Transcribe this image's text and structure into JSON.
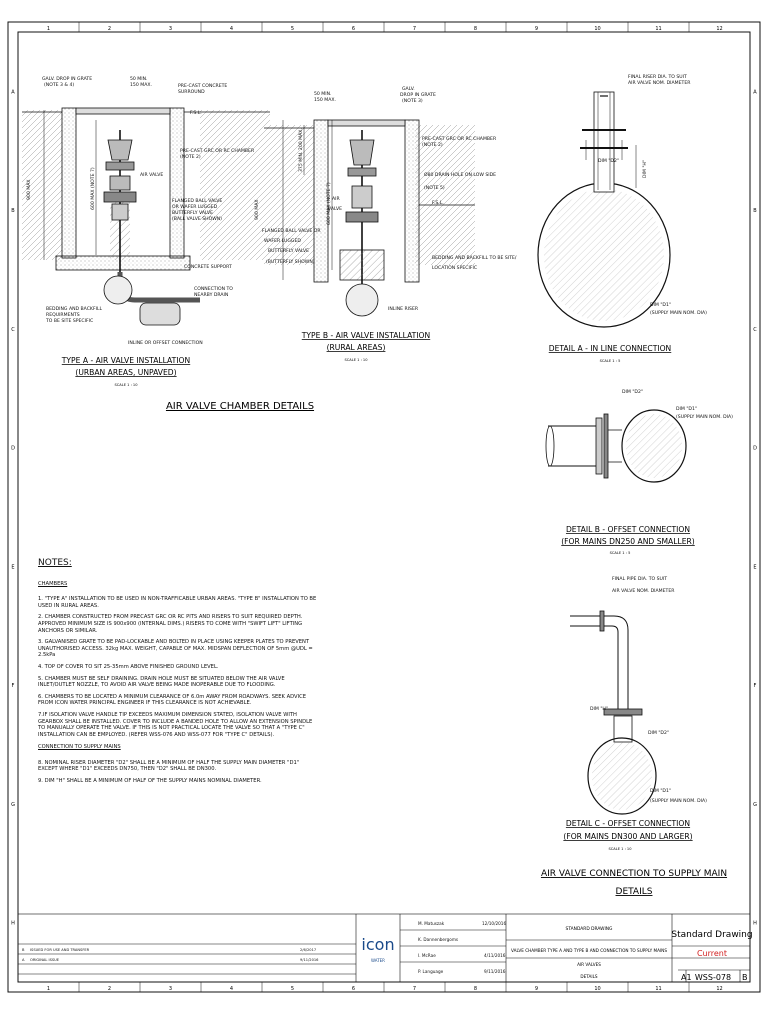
{
  "grid": {
    "columns": [
      "1",
      "2",
      "3",
      "4",
      "5",
      "6",
      "7",
      "8",
      "9",
      "10",
      "11",
      "12"
    ],
    "rows": [
      "A",
      "B",
      "C",
      "D",
      "E",
      "F",
      "G",
      "H"
    ]
  },
  "sheet_title": "AIR VALVE CHAMBER DETAILS",
  "type_a": {
    "title": "TYPE A - AIR VALVE INSTALLATION",
    "subtitle": "(URBAN AREAS, UNPAVED)",
    "scale": "SCALE 1 : 10",
    "labels": {
      "galv_drop": "GALV. DROP IN GRATE",
      "galv_drop_note": "(NOTE 3 & 4)",
      "min50": "50 MIN.",
      "max150": "150 MAX.",
      "precast": "PRE-CAST CONCRETE",
      "surround": "SURROUND",
      "fsl": "F.S.L.",
      "chamber": "PRE-CAST GRC OR RC CHAMBER",
      "chamber_note": "(NOTE 2)",
      "air_valve": "AIR VALVE",
      "flanged1": "FLANGED BALL VALVE",
      "flanged2": "OR WAFER LUGGED",
      "flanged3": "BUTTERFLY VALVE",
      "flanged4": "(BALL VALVE SHOWN)",
      "support": "CONCRETE SUPPORT",
      "connection": "CONNECTION TO",
      "drain": "NEARBY DRAIN",
      "bedding1": "BEDDING AND BACKFILL",
      "bedding2": "REQUIRMENTS",
      "bedding3": "TO BE SITE SPECIFIC",
      "inline": "INLINE OR OFFSET CONNECTION",
      "dim900": "900 MAX",
      "dim600": "600 MAX (NOTE 7)"
    }
  },
  "type_b": {
    "title": "TYPE B - AIR VALVE INSTALLATION",
    "subtitle": "(RURAL AREAS)",
    "scale": "SCALE 1 : 10",
    "labels": {
      "min50": "50 MIN.",
      "max150": "150 MAX.",
      "galv": "GALV.",
      "galv2": "DROP IN GRATE",
      "galv3": "(NOTE 3)",
      "chamber": "PRE-CAST GRC OR RC CHAMBER",
      "chamber_note": "(NOTE 2)",
      "drain_hole": "Ø80 DRAIN HOLE ON LOW SIDE",
      "drain_note": "(NOTE 5)",
      "fsl": "F.S.L.",
      "air": "AIR",
      "valve": "VALVE",
      "flanged1": "FLANGED BALL VALVE OR",
      "flanged2": "WAFER LUGGED",
      "flanged3": "BUTTERFLY VALVE",
      "flanged4": "(BUTTERFLY SHOWN)",
      "bedding1": "BEDDING AND BACKFILL TO BE SITE/",
      "bedding2": "LOCATION SPECIFIC",
      "inline_riser": "INLINE RISER",
      "dim900": "900 MAX",
      "dim600": "600 MAX (NOTE 7)",
      "dim375": "375 MIN. 200 MAX."
    }
  },
  "detail_a": {
    "title": "DETAIL A - IN LINE CONNECTION",
    "scale": "SCALE 1 : 5",
    "labels": {
      "riser1": "FINAL RISER DIA. TO SUIT",
      "riser2": "AIR VALVE NOM. DIAMETER",
      "d2": "DIM \"D2\"",
      "h": "DIM \"H\"",
      "d1": "DIM \"D1\"",
      "d1_note": "(SUPPLY MAIN NOM. DIA)"
    }
  },
  "detail_b": {
    "title": "DETAIL B - OFFSET CONNECTION",
    "subtitle": "(FOR MAINS DN250 AND SMALLER)",
    "scale": "SCALE 1 : 5",
    "labels": {
      "d2": "DIM \"D2\"",
      "d1": "DIM \"D1\"",
      "d1_note": "(SUPPLY MAIN NOM. DIA)"
    }
  },
  "detail_c": {
    "title": "DETAIL C - OFFSET CONNECTION",
    "subtitle": "(FOR MAINS DN300 AND LARGER)",
    "scale": "SCALE 1 : 10",
    "labels": {
      "pipe1": "FINAL PIPE DIA. TO SUIT",
      "pipe2": "AIR VALVE NOM. DIAMETER",
      "h": "DIM \"H\"",
      "d2": "DIM \"D2\"",
      "d1": "DIM \"D1\"",
      "d1_note": "(SUPPLY MAIN NOM. DIA)"
    }
  },
  "connection_title1": "AIR VALVE CONNECTION TO SUPPLY MAIN",
  "connection_title2": "DETAILS",
  "notes": {
    "title": "NOTES:",
    "chambers_head": "CHAMBERS",
    "items": [
      "1. \"TYPE A\" INSTALLATION TO BE USED IN NON-TRAFFICABLE URBAN AREAS. \"TYPE B\" INSTALLATION TO BE USED IN RURAL AREAS.",
      "2. CHAMBER CONSTRUCTED FROM PRECAST GRC OR RC PITS AND RISERS TO SUIT REQUIRED DEPTH. APPROVED MINIMUM SIZE IS 900x900 (INTERNAL DIMS.) RISERS TO COME WITH \"SWIFT LIFT\" LIFTING ANCHORS OR SIMILAR.",
      "3. GALVANISED GRATE TO BE PAD-LOCKABLE AND BOLTED IN PLACE USING KEEPER PLATES TO PREVENT UNAUTHORISED ACCESS. 32kg MAX. WEIGHT, CAPABLE OF MAX. MIDSPAN DEFLECTION OF 5mm @UDL = 2.5kPa",
      "4. TOP OF COVER TO SIT 25-35mm ABOVE FINISHED GROUND LEVEL.",
      "5. CHAMBER MUST BE SELF DRAINING. DRAIN HOLE MUST BE SITUATED BELOW THE AIR VALVE INLET/OUTLET NOZZLE, TO AVOID AIR VALVE BEING MADE INOPERABLE DUE TO FLOODING.",
      "6. CHAMBERS TO BE LOCATED A MINIMUM CLEARANCE OF 6.0m AWAY FROM ROADWAYS. SEEK ADVICE FROM ICON WATER PRINCIPAL ENGINEER IF THIS CLEARANCE IS NOT ACHIEVABLE.",
      "7.IF ISOLATION VALVE HANDLE TIP EXCEEDS MAXIMUM DIMENSION STATED, ISOLATION VALVE WITH GEARBOX SHALL BE INSTALLED. COVER TO INCLUDE A BANDED HOLE TO ALLOW AN EXTENSION SPINDLE TO MANUALLY OPERATE THE VALVE. IF THIS IS NOT PRACTICAL LOCATE THE VALVE SO THAT A \"TYPE C\" INSTALLATION CAN BE EMPLOYED. (REFER WSS-076 AND WSS-077 FOR \"TYPE C\" DETAILS)."
    ],
    "supply_head": "CONNECTION TO SUPPLY MAINS",
    "supply_items": [
      "8. NOMINAL RISER DIAMETER \"D2\" SHALL BE A MINIMUM OF HALF THE SUPPLY MAIN DIAMETER \"D1\" EXCEPT WHERE \"D1\" EXCEEDS DN750, THEN \"D2\" SHALL BE DN300.",
      "9. DIM \"H\" SHALL BE A MINIMUM OF HALF OF THE SUPPLY MAINS NOMINAL DIAMETER."
    ]
  },
  "title_block": {
    "logo": "icon",
    "logo_sub": "WATER",
    "people": [
      "M. Matuszak",
      "K. Dannenbergoms",
      "I. McRae",
      "P. Language"
    ],
    "dates": [
      "12/10/2016",
      "4/11/2016",
      "9/11/2016"
    ],
    "standard_drawing": "STANDARD DRAWING",
    "desc": "VALVE CHAMBER TYPE A AND TYPE B AND CONNECTION TO SUPPLY MAINS",
    "category": "AIR VALVES",
    "sheet": "DETAILS",
    "doc_type": "Standard Drawing",
    "status": "Current",
    "size": "A1",
    "number": "WSS-078",
    "revision": "B",
    "rev_rows": [
      [
        "B",
        "ISSUED FOR USE AND TRANSFER",
        "2/6/2017"
      ],
      [
        "A",
        "ORIGINAL ISSUE",
        "9/11/2016"
      ]
    ]
  },
  "colors": {
    "status": "#d11f1f",
    "logo": "#1a4a8a",
    "ink": "#111111"
  }
}
